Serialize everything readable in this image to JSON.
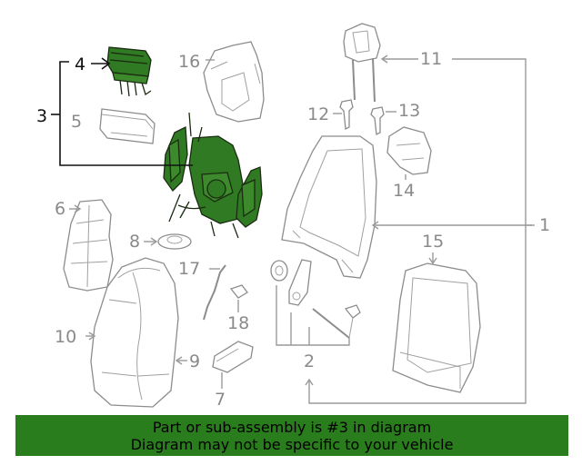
{
  "colors": {
    "highlight": "#2f7a22",
    "banner": "#2a7d1c",
    "line": "#9a9a9a",
    "active_label": "#111111"
  },
  "callouts": {
    "n1": "1",
    "n2": "2",
    "n3": "3",
    "n4": "4",
    "n5": "5",
    "n6": "6",
    "n7": "7",
    "n8": "8",
    "n9": "9",
    "n10": "10",
    "n11": "11",
    "n12": "12",
    "n13": "13",
    "n14": "14",
    "n15": "15",
    "n16": "16",
    "n17": "17",
    "n18": "18"
  },
  "banner": {
    "line1": "Part or sub-assembly is #3 in diagram",
    "line2": "Diagram may not be specific to your vehicle"
  }
}
